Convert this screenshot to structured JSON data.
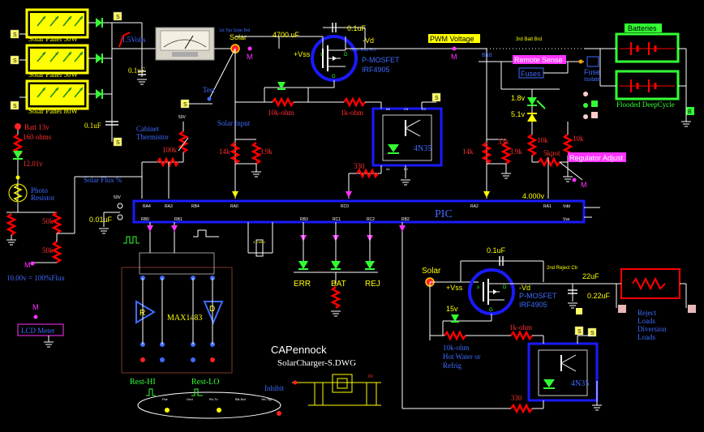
{
  "colors": {
    "background": "#000000",
    "wire": "#ffffff",
    "bus": "#1a1aff",
    "resistor": "#ff0000",
    "label_blue": "#3f6bff",
    "label_yellow": "#ffff00",
    "label_red": "#ff3030",
    "led_green": "#33ff33",
    "magenta": "#ff33ff",
    "panel_fill": "#ffff00",
    "panel_cell": "#228b22"
  },
  "panels": {
    "p1": "Solar Panel 50W",
    "p2": "Solar Panel 50W",
    "p3": "Solar Panel 80W",
    "s_tag": "S"
  },
  "top": {
    "volts": "1.5Volts",
    "cap_01uf_a": "0.1uF",
    "cap_01uf_b": "0.1uF",
    "solar": "Solar",
    "first_top": "1st Top Solar Brd",
    "cap_4700": "4700 uF",
    "cap_01_top": "0.1uF",
    "vss": "+Vss",
    "vd": "-Vd",
    "gate_res": "Gate-Bias-Brd",
    "mosfet": "P-MOSFET",
    "mosfet_part": "IRF4905",
    "pwm": "PWM Voltage",
    "third_batt": "3rd Batt Brd",
    "batt_label": "Batt",
    "remote_sense": "Remote Sense",
    "fuses": "Fuses",
    "fuse": "Fuse",
    "batteries": "Batteries",
    "flooded": "Flooded DeepCycle",
    "fuse_note": "Isolate",
    "m": "M",
    "b": "B"
  },
  "left": {
    "batt13": "Batt 13v",
    "r160": "160 ohms",
    "v1201": "12.01v",
    "photo": "Photo",
    "resistor": "Resistor",
    "r50k_a": "50k",
    "r50k_b": "50k",
    "flux": "10.00v = 100%Flux",
    "lcd": "LCD Meter",
    "cabinet": "Cabinet",
    "thermistor": "Thermistor",
    "r100k": "100k",
    "v50": "50V",
    "test": "Test",
    "solar_input": "Solar Input",
    "r14k_a": "14k",
    "r39k_a": "3.9k",
    "r10k_ohm": "10k-ohm",
    "r1k_ohm": "1k-ohm",
    "opto_a": "4N35",
    "r330_a": "330",
    "solar_flux": "Solar Flux %",
    "cap_001": "0.01uF",
    "v50b": "50V"
  },
  "right": {
    "r14k_b": "14k",
    "r39k_b": "3.9k",
    "v18": "1.8v",
    "v51": "5.1v",
    "r33k": "33k",
    "r10k_a": "10k",
    "r10k_b": "10k",
    "r5k": "5kpot",
    "reg_adj": "Regulator Adjust",
    "v4000": "4.000v",
    "m": "M"
  },
  "pic": {
    "label": "PIC",
    "pins_top": [
      "RA4",
      "RA3",
      "RB4",
      "RA0",
      "RC0",
      "RA2",
      "RA1"
    ],
    "pins_bottom": [
      "RB0",
      "RB1",
      "RB3",
      "RC1",
      "RC2",
      "RB2"
    ],
    "vdd": "Vdd",
    "vss": "Vss",
    "crystal": "4.0 MHz"
  },
  "leds": {
    "err": "ERR",
    "bat": "BAT",
    "rej": "REJ"
  },
  "max": {
    "label": "MAX1483",
    "r": "R",
    "d": "D",
    "rest_hi": "Rest-HI",
    "rest_lo": "Rest-LO",
    "bus_labels": [
      "Pwr",
      "Gnd",
      "Rx-Tx",
      "Blk-Bot",
      "Yel-Top"
    ]
  },
  "credit": {
    "author": "CAPennock",
    "file": "SolarCharger-S.DWG"
  },
  "bottom": {
    "solar": "Solar",
    "cap_01": "0.1uF",
    "vss": "+Vss",
    "vd": "-Vd",
    "mosfet": "P-MOSFET",
    "mosfet_part": "IRF4905",
    "zener": "15v",
    "r10k": "10k-ohm",
    "hot_water": "Hot Water or",
    "refrig": "Refrig",
    "r1k": "1k-ohm",
    "opto": "4N35",
    "r330": "330",
    "second_reject": "2nd Reject Ctr",
    "cap_22": "22uF",
    "cap_022": "0.22uF",
    "reject": "Reject",
    "loads": "Loads",
    "diversion": "Diversion",
    "loads2": "Loads",
    "s": "S",
    "v6": "6V",
    "inhibit": "Inhibit"
  }
}
